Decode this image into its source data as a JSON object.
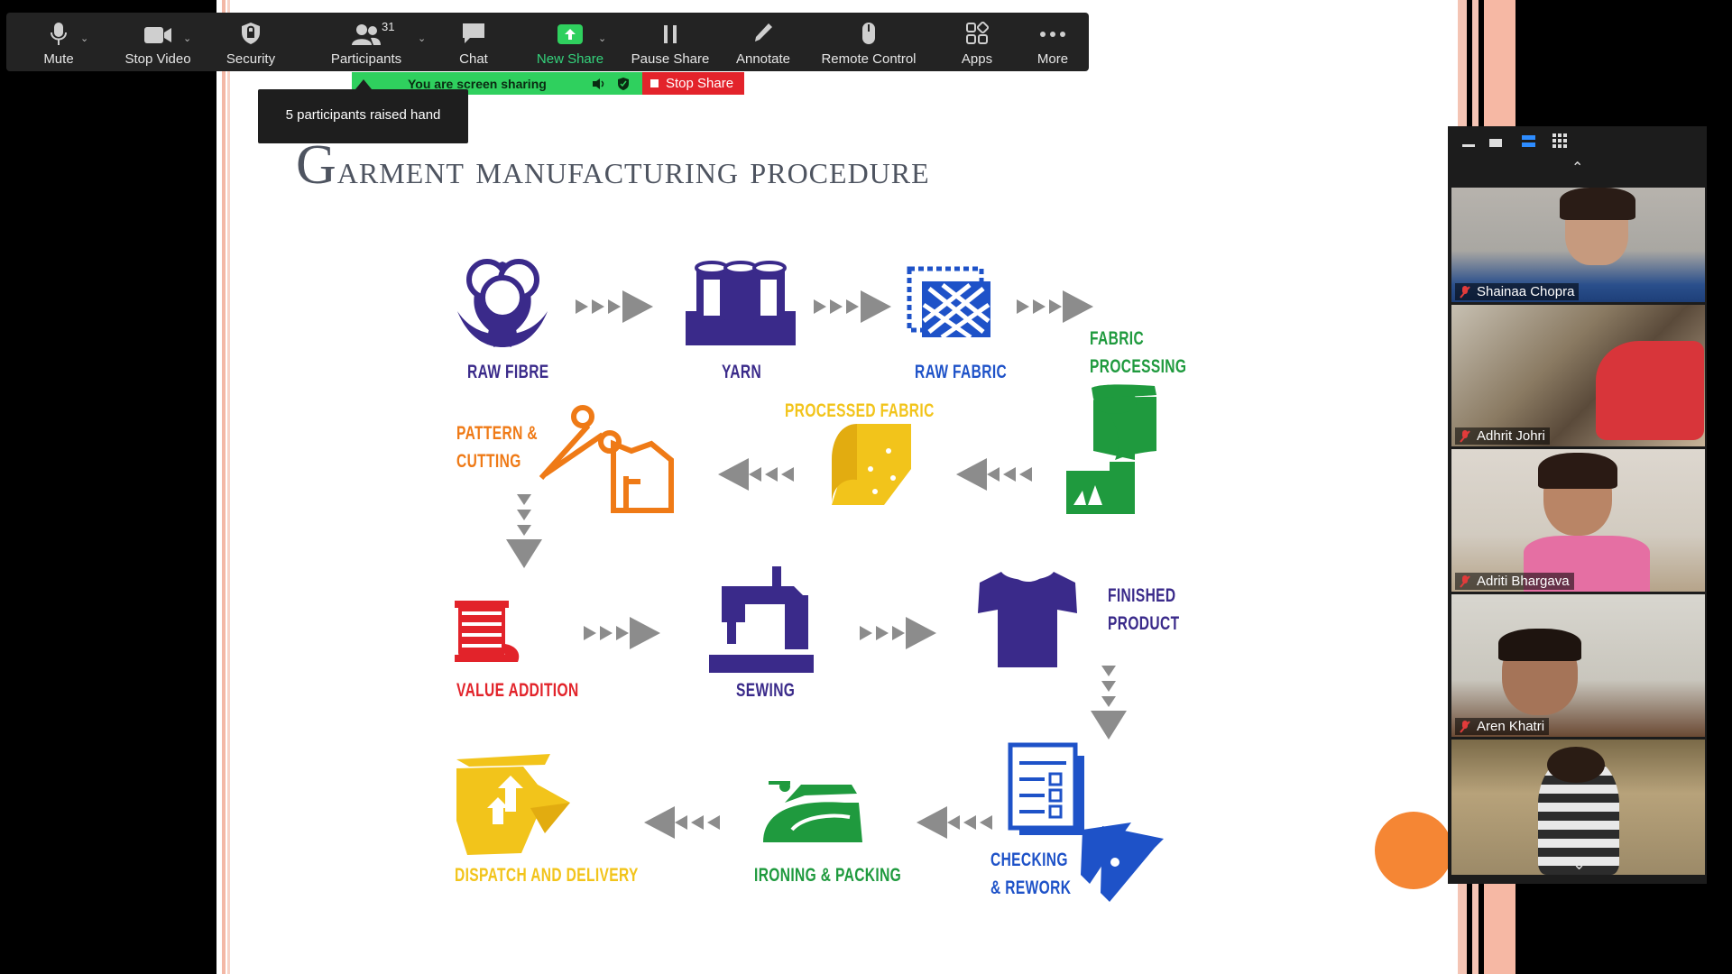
{
  "toolbar": {
    "mute": "Mute",
    "stop_video": "Stop Video",
    "security": "Security",
    "participants": "Participants",
    "participants_count": "31",
    "chat": "Chat",
    "new_share": "New Share",
    "pause_share": "Pause Share",
    "annotate": "Annotate",
    "remote_control": "Remote Control",
    "apps": "Apps",
    "more": "More"
  },
  "share_banner": {
    "status": "You are screen sharing",
    "stop_share": "Stop Share"
  },
  "notification": "5 participants raised hand",
  "slide": {
    "title_first_letter": "G",
    "title_rest": "arment manufacturing procedure",
    "steps": {
      "raw_fibre": "RAW FIBRE",
      "yarn": "YARN",
      "raw_fabric": "RAW FABRIC",
      "fabric_processing": "FABRIC\nPROCESSING",
      "processed_fabric": "PROCESSED FABRIC",
      "pattern_cutting": "PATTERN &\nCUTTING",
      "value_addition": "VALUE ADDITION",
      "sewing": "SEWING",
      "finished_product": "FINISHED\nPRODUCT",
      "checking_rework": "CHECKING\n& REWORK",
      "ironing_packing": "IRONING & PACKING",
      "dispatch_delivery": "DISPATCH AND DELIVERY"
    }
  },
  "gallery": {
    "participants": [
      {
        "name": "Shainaa  Chopra"
      },
      {
        "name": "Adhrit Johri"
      },
      {
        "name": "Adriti Bhargava"
      },
      {
        "name": "Aren Khatri"
      }
    ]
  },
  "colors": {
    "purple": "#3a2a8a",
    "blue": "#1e52c8",
    "green": "#1f9a3e",
    "yellow": "#f2c41b",
    "orange": "#ef7a16",
    "red": "#e2232a",
    "arrow_gray": "#8c8c8c",
    "toolbar_bg": "#232323",
    "share_green": "#2fd05e",
    "stop_red": "#e3232b",
    "accent_orange": "#f58634"
  }
}
